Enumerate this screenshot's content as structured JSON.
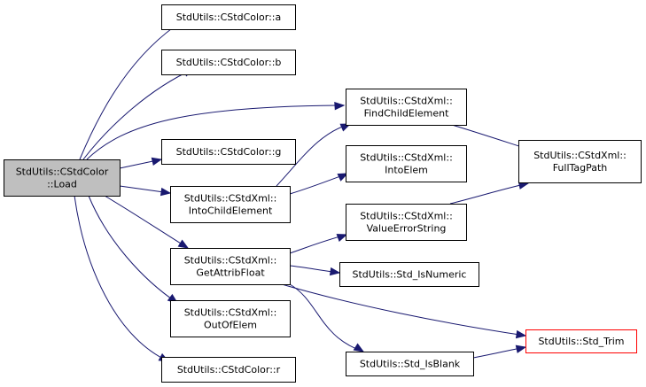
{
  "nodes": [
    {
      "id": "load",
      "lines": [
        "StdUtils::CStdColor",
        "::Load"
      ]
    },
    {
      "id": "a",
      "lines": [
        "StdUtils::CStdColor::a"
      ]
    },
    {
      "id": "b",
      "lines": [
        "StdUtils::CStdColor::b"
      ]
    },
    {
      "id": "g",
      "lines": [
        "StdUtils::CStdColor::g"
      ]
    },
    {
      "id": "intochild",
      "lines": [
        "StdUtils::CStdXml::",
        "IntoChildElement"
      ]
    },
    {
      "id": "getattrib",
      "lines": [
        "StdUtils::CStdXml::",
        "GetAttribFloat"
      ]
    },
    {
      "id": "outofelem",
      "lines": [
        "StdUtils::CStdXml::",
        "OutOfElem"
      ]
    },
    {
      "id": "r",
      "lines": [
        "StdUtils::CStdColor::r"
      ]
    },
    {
      "id": "findchild",
      "lines": [
        "StdUtils::CStdXml::",
        "FindChildElement"
      ]
    },
    {
      "id": "intoelem",
      "lines": [
        "StdUtils::CStdXml::",
        "IntoElem"
      ]
    },
    {
      "id": "valueerror",
      "lines": [
        "StdUtils::CStdXml::",
        "ValueErrorString"
      ]
    },
    {
      "id": "isnumeric",
      "lines": [
        "StdUtils::Std_IsNumeric"
      ]
    },
    {
      "id": "isblank",
      "lines": [
        "StdUtils::Std_IsBlank"
      ]
    },
    {
      "id": "fulltag",
      "lines": [
        "StdUtils::CStdXml::",
        "FullTagPath"
      ]
    },
    {
      "id": "trim",
      "lines": [
        "StdUtils::Std_Trim"
      ]
    }
  ],
  "edges": [
    {
      "from": "load",
      "to": "a"
    },
    {
      "from": "load",
      "to": "b"
    },
    {
      "from": "load",
      "to": "findchild"
    },
    {
      "from": "load",
      "to": "g"
    },
    {
      "from": "load",
      "to": "intochild"
    },
    {
      "from": "load",
      "to": "getattrib"
    },
    {
      "from": "load",
      "to": "outofelem"
    },
    {
      "from": "load",
      "to": "r"
    },
    {
      "from": "intochild",
      "to": "findchild"
    },
    {
      "from": "intochild",
      "to": "intoelem"
    },
    {
      "from": "findchild",
      "to": "fulltag"
    },
    {
      "from": "getattrib",
      "to": "valueerror"
    },
    {
      "from": "getattrib",
      "to": "isnumeric"
    },
    {
      "from": "getattrib",
      "to": "isblank"
    },
    {
      "from": "getattrib",
      "to": "trim"
    },
    {
      "from": "valueerror",
      "to": "fulltag"
    },
    {
      "from": "isblank",
      "to": "trim"
    }
  ],
  "colors": {
    "edge": "#191970",
    "root_fill": "#bfbfbf",
    "node_border": "#000000",
    "highlight_border": "#ff0000"
  }
}
